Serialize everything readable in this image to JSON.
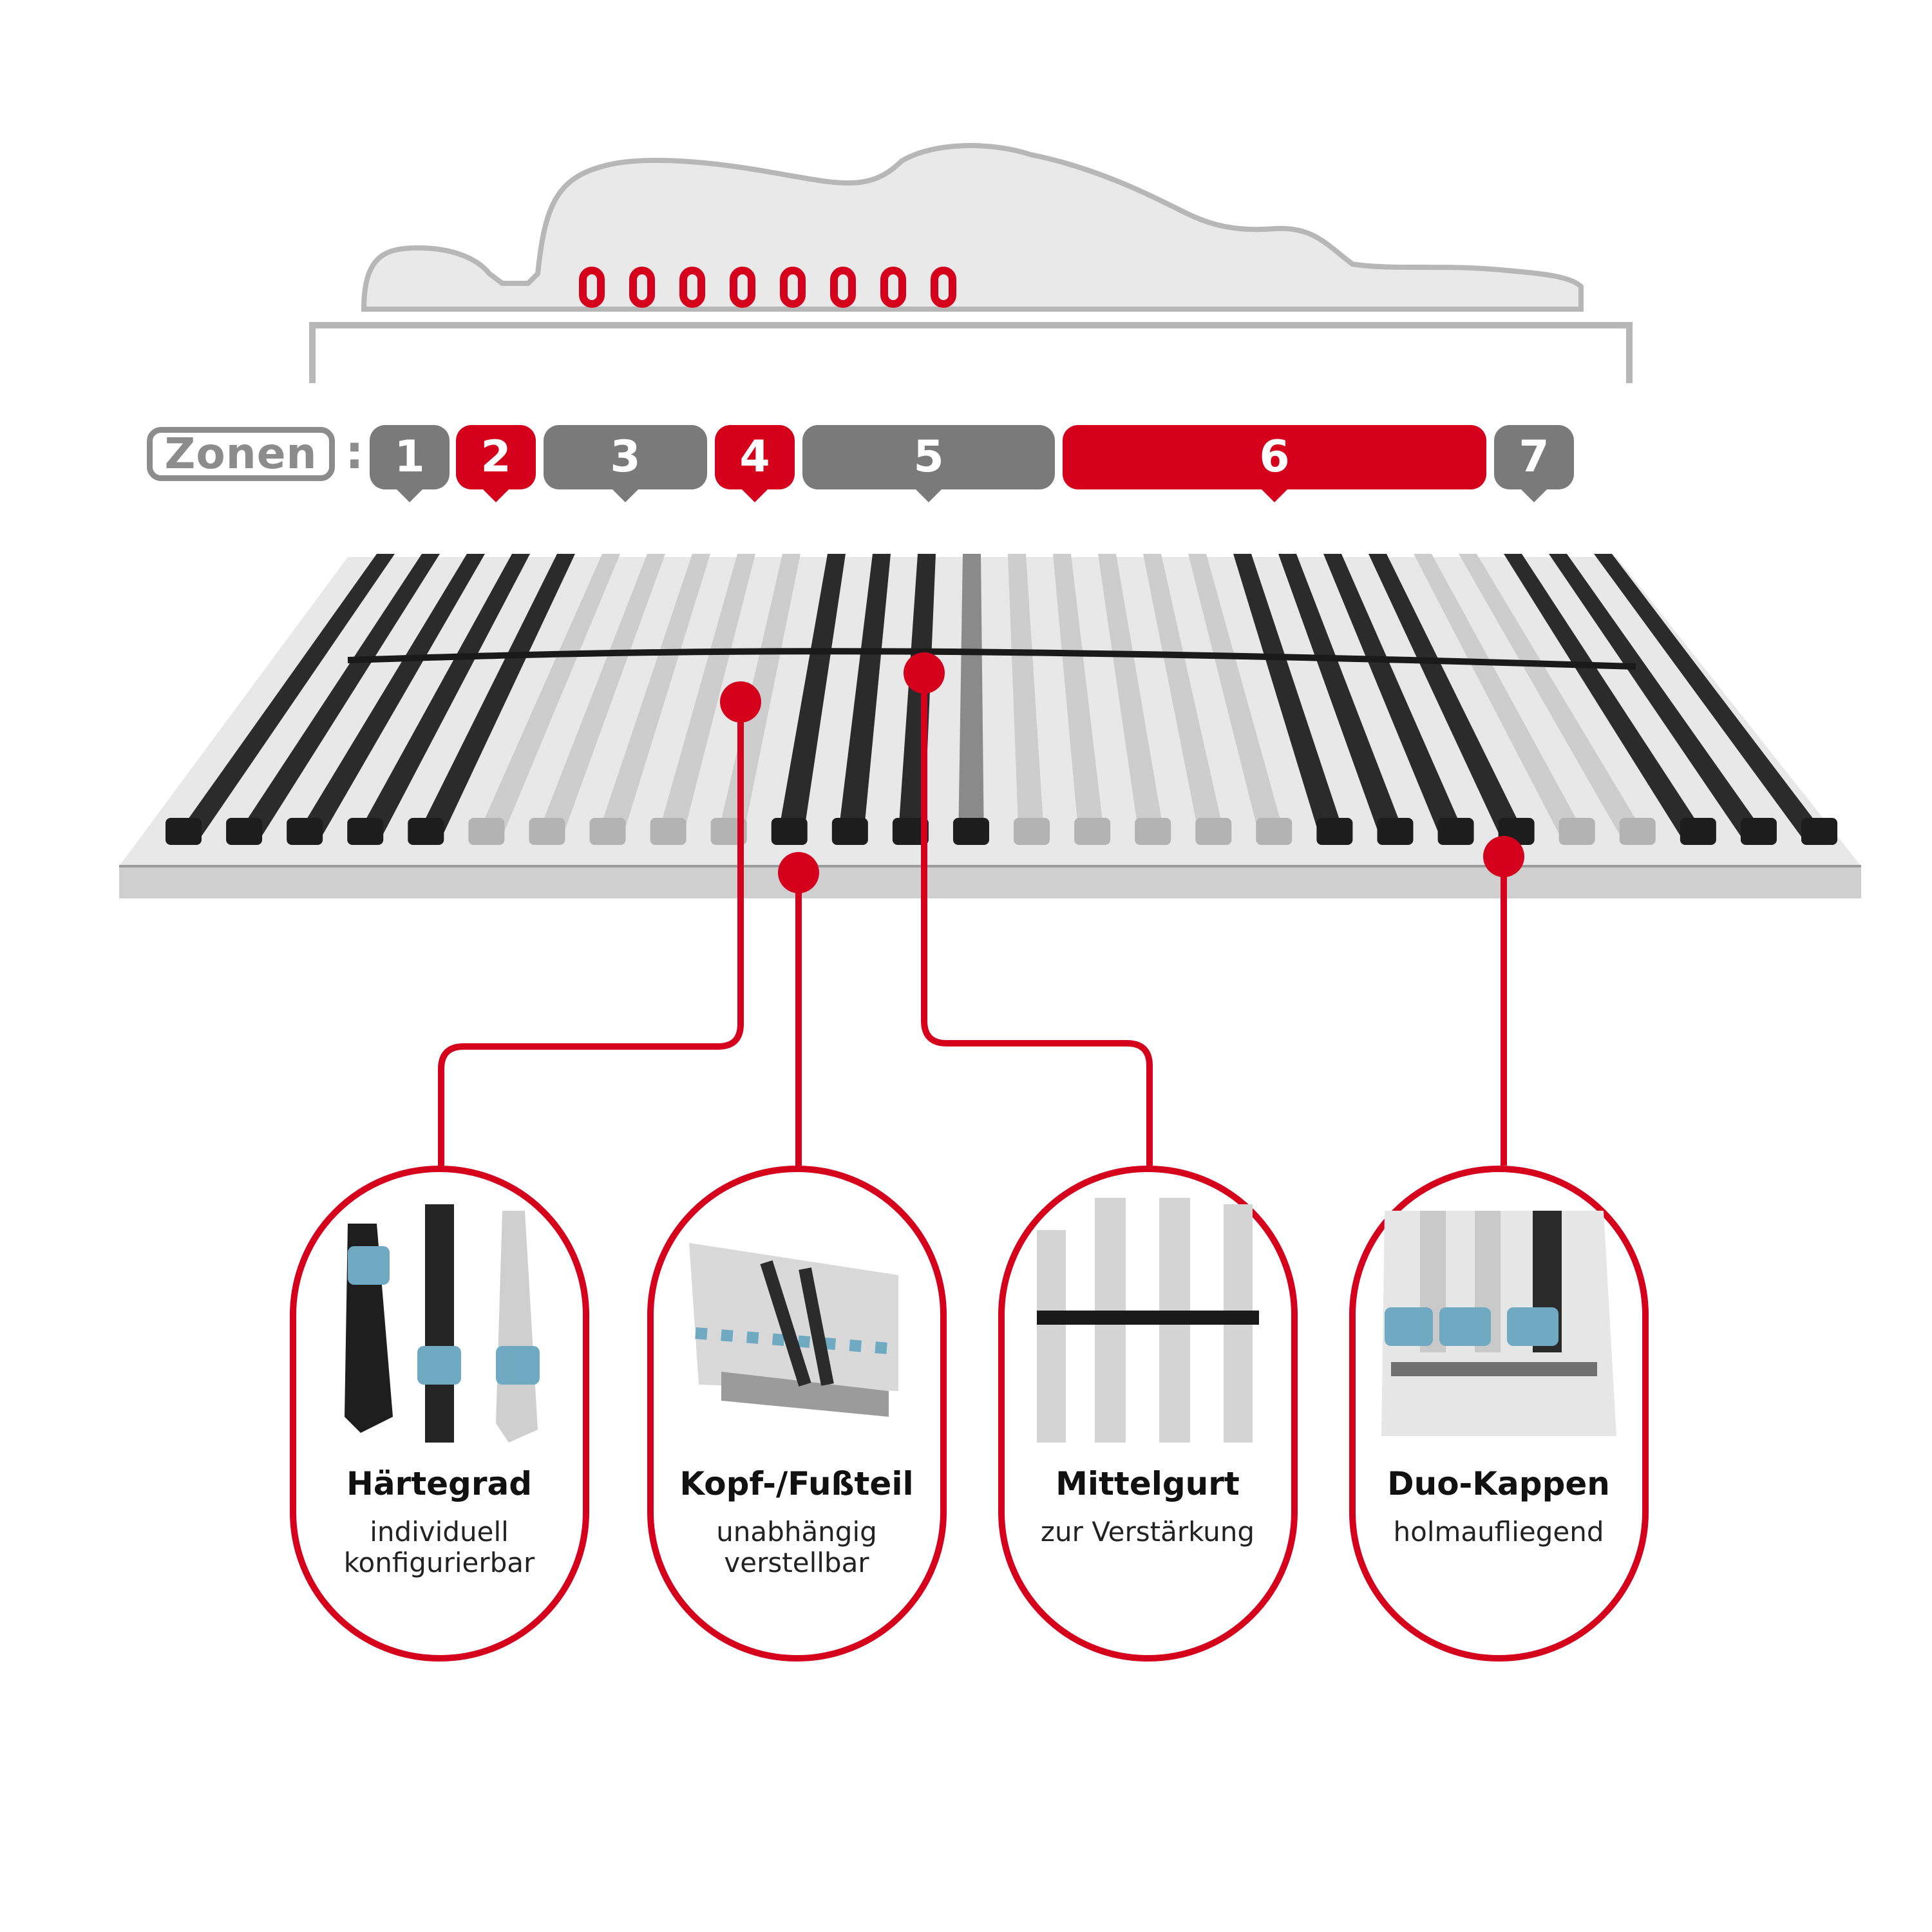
{
  "colors": {
    "accent": "#d5001c",
    "grey": "#7a7a7a",
    "outline": "#8c8c8c"
  },
  "zones_label": "Zonen",
  "zones_colon": ":",
  "zones": [
    {
      "label": "1",
      "color": "grey"
    },
    {
      "label": "2",
      "color": "red"
    },
    {
      "label": "3",
      "color": "grey"
    },
    {
      "label": "4",
      "color": "red"
    },
    {
      "label": "5",
      "color": "grey"
    },
    {
      "label": "6",
      "color": "red"
    },
    {
      "label": "7",
      "color": "grey"
    }
  ],
  "features": [
    {
      "title": "Härtegrad",
      "line1": "individuell",
      "line2": "konfigurierbar",
      "icon": "hardness-clips-icon"
    },
    {
      "title": "Kopf-/Fußteil",
      "line1": "unabhängig",
      "line2": "verstellbar",
      "icon": "adjustable-head-foot-icon"
    },
    {
      "title": "Mittelgurt",
      "line1": "zur Verstärkung",
      "line2": "",
      "icon": "center-strap-icon"
    },
    {
      "title": "Duo-Kappen",
      "line1": "holmaufliegend",
      "line2": "",
      "icon": "duo-caps-icon"
    }
  ]
}
